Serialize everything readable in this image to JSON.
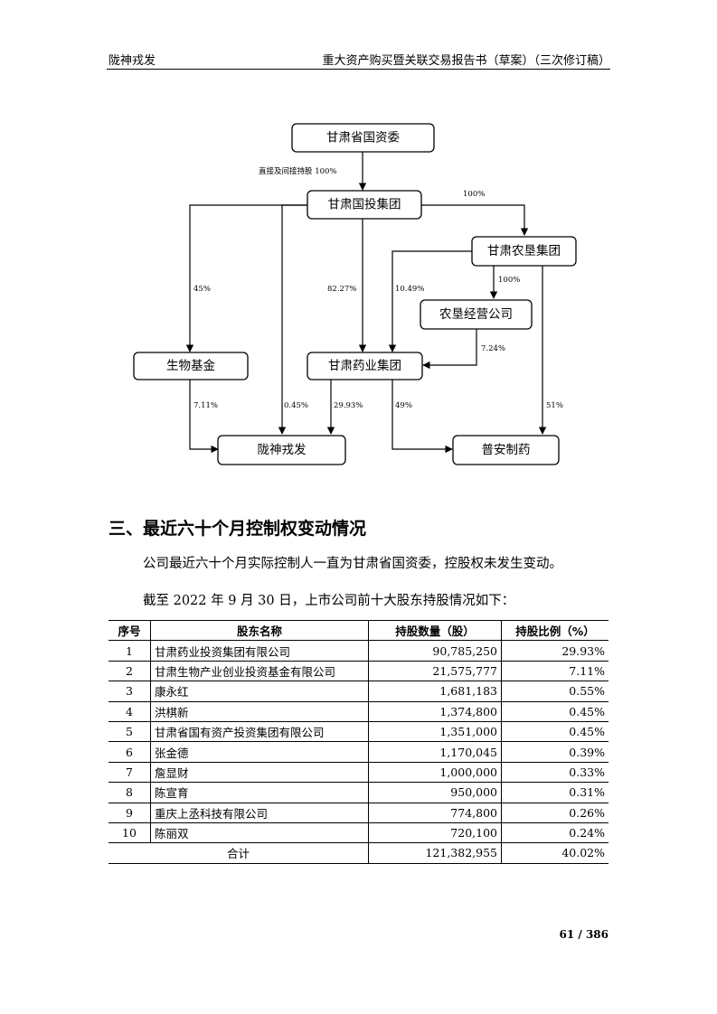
{
  "header": {
    "left": "陇神戎发",
    "right": "重大资产购买暨关联交易报告书（草案）（三次修订稿）"
  },
  "diagram": {
    "nodes": {
      "sasac": "甘肃省国资委",
      "guotou": "甘肃国投集团",
      "nongken": "甘肃农垦集团",
      "nongken_jy": "农垦经营公司",
      "biowu": "生物基金",
      "yaoye": "甘肃药业集团",
      "longshen": "陇神戎发",
      "puan": "普安制药"
    },
    "labels": {
      "sasac_guotou": "直接及间接持股 100%",
      "guotou_nongken": "100%",
      "guotou_bio": "45%",
      "guotou_yaoye": "82.27%",
      "nongken_yaoye": "10.49%",
      "nongken_jy": "100%",
      "jy_yaoye": "7.24%",
      "bio_longshen": "7.11%",
      "guotou_longshen": "0.45%",
      "yaoye_longshen": "29.93%",
      "yaoye_puan": "49%",
      "nongken_puan": "51%"
    }
  },
  "section": {
    "title": "三、最近六十个月控制权变动情况",
    "para1": "公司最近六十个月实际控制人一直为甘肃省国资委，控股权未发生变动。",
    "para2": "截至 2022 年 9 月 30 日，上市公司前十大股东持股情况如下："
  },
  "table": {
    "headers": [
      "序号",
      "股东名称",
      "持股数量（股）",
      "持股比例（%）"
    ],
    "rows": [
      {
        "no": "1",
        "name": "甘肃药业投资集团有限公司",
        "shares": "90,785,250",
        "pct": "29.93%"
      },
      {
        "no": "2",
        "name": "甘肃生物产业创业投资基金有限公司",
        "shares": "21,575,777",
        "pct": "7.11%"
      },
      {
        "no": "3",
        "name": "康永红",
        "shares": "1,681,183",
        "pct": "0.55%"
      },
      {
        "no": "4",
        "name": "洪棋新",
        "shares": "1,374,800",
        "pct": "0.45%"
      },
      {
        "no": "5",
        "name": "甘肃省国有资产投资集团有限公司",
        "shares": "1,351,000",
        "pct": "0.45%"
      },
      {
        "no": "6",
        "name": "张金德",
        "shares": "1,170,045",
        "pct": "0.39%"
      },
      {
        "no": "7",
        "name": "詹显财",
        "shares": "1,000,000",
        "pct": "0.33%"
      },
      {
        "no": "8",
        "name": "陈宣育",
        "shares": "950,000",
        "pct": "0.31%"
      },
      {
        "no": "9",
        "name": "重庆上丞科技有限公司",
        "shares": "774,800",
        "pct": "0.26%"
      },
      {
        "no": "10",
        "name": "陈丽双",
        "shares": "720,100",
        "pct": "0.24%"
      }
    ],
    "total": {
      "label": "合计",
      "shares": "121,382,955",
      "pct": "40.02%"
    }
  },
  "page_number": "61 / 386"
}
